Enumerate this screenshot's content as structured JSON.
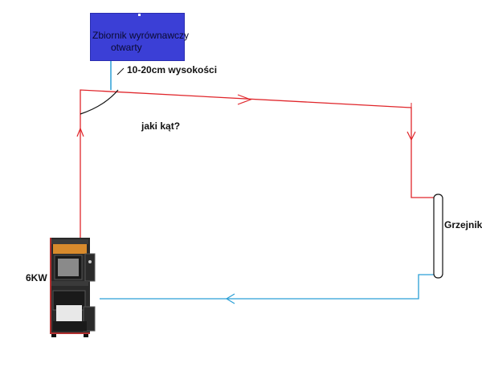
{
  "tank": {
    "line1": "Zbiornik wyrównawczy",
    "line2": "otwarty",
    "color": "#3b3fd6"
  },
  "labels": {
    "height_note": "10-20cm wysokości",
    "angle_question": "jaki kąt?",
    "radiator": "Grzejnik",
    "boiler_power": "6KW"
  },
  "colors": {
    "supply_pipe": "#e0262b",
    "return_pipe": "#2a9fd6",
    "boiler_body": "#2a2a2a",
    "boiler_trim": "#b03030"
  }
}
